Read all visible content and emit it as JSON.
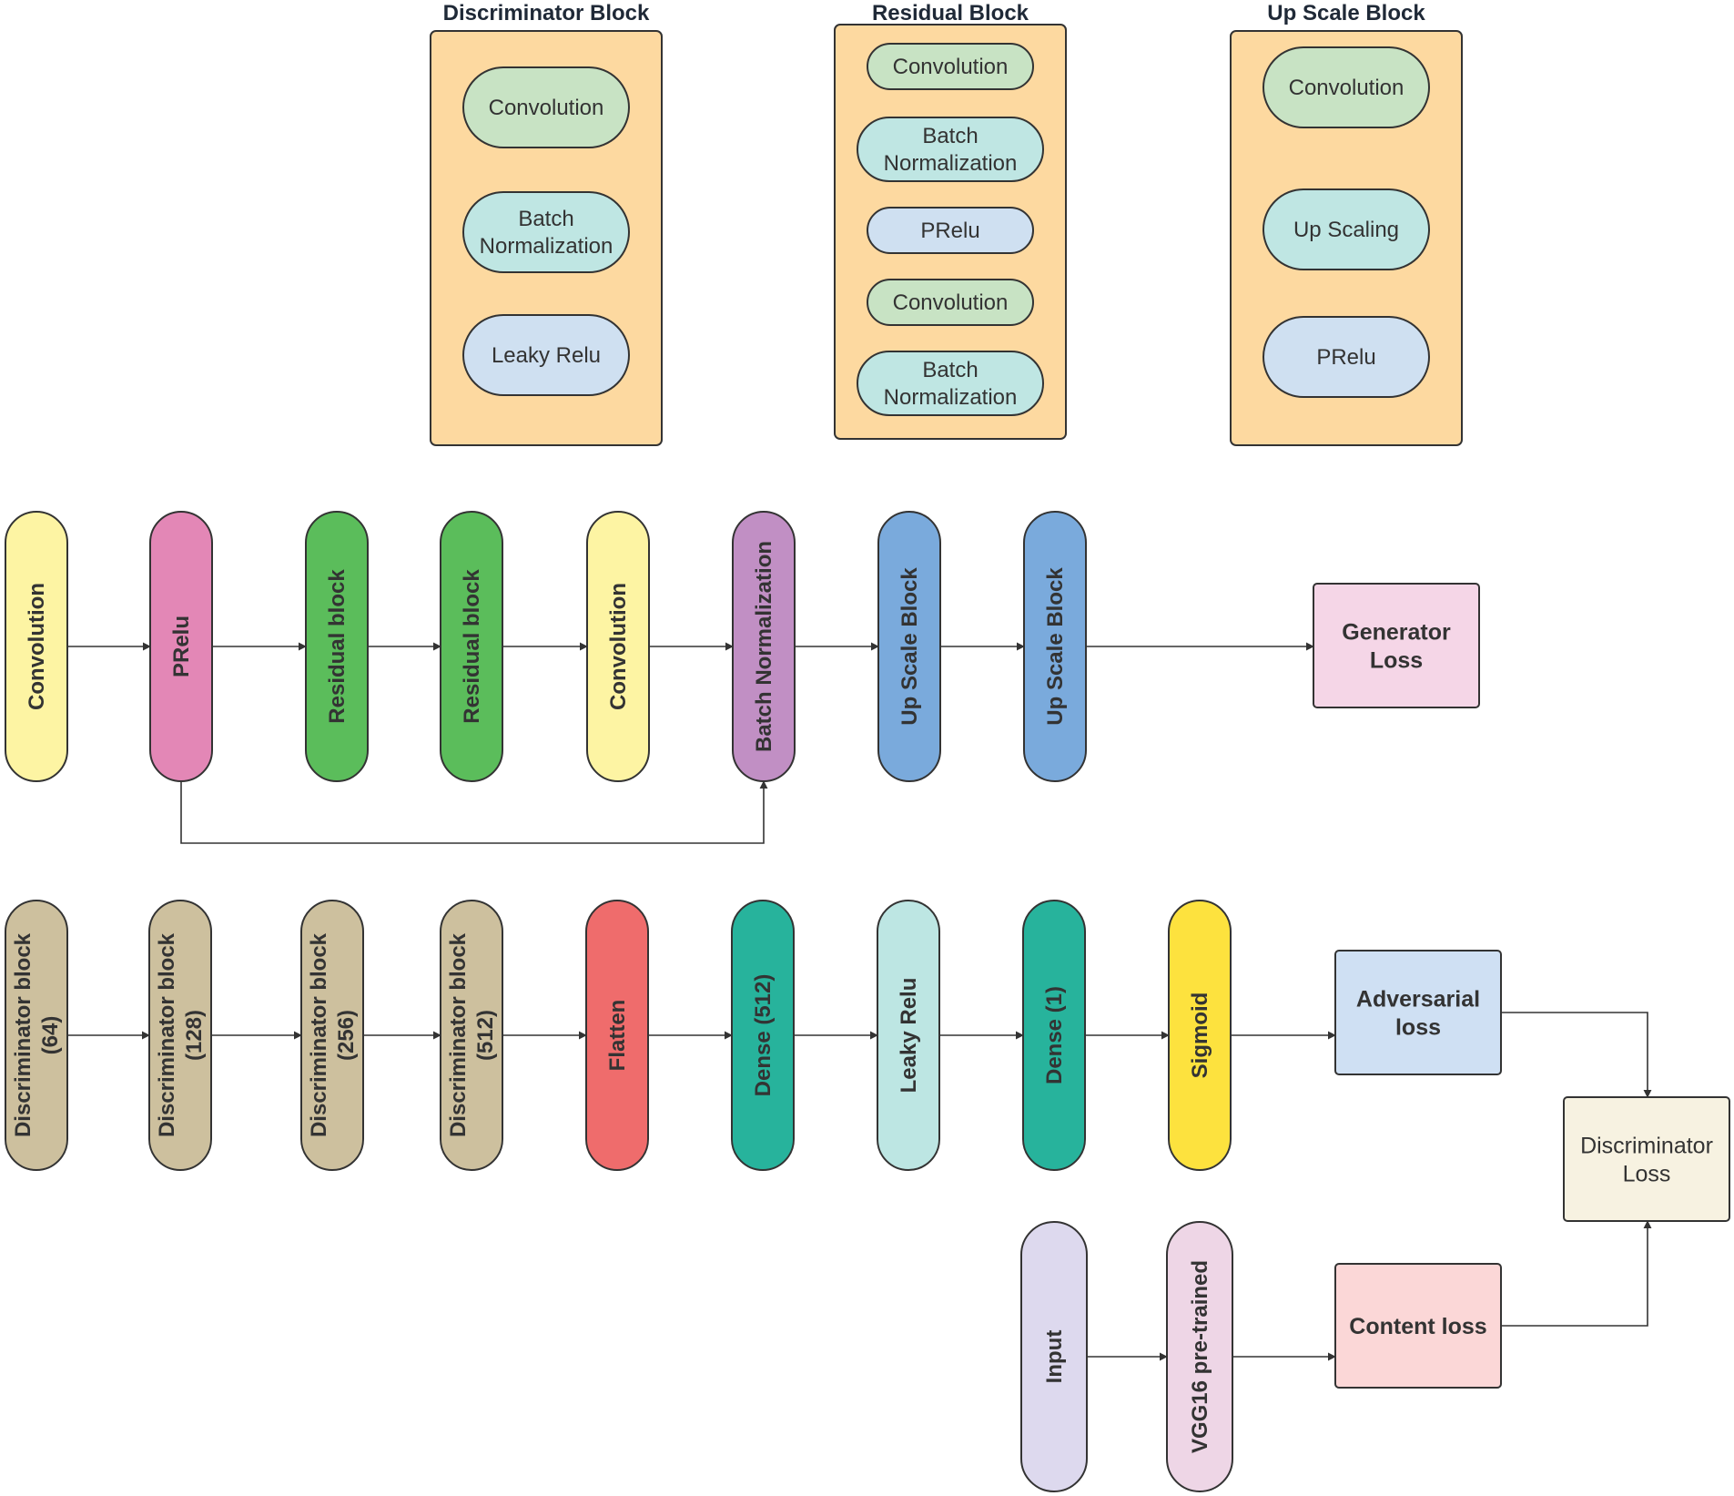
{
  "colors": {
    "panel_fill": "#fdd9a0",
    "conv_green": "#c8e3c4",
    "batch_teal": "#bfe6e3",
    "relu_blue": "#cfe0f1",
    "gen_conv_yellow": "#fdf4a3",
    "prelu_pink": "#e387b6",
    "residual_green": "#5bbd5b",
    "batchnorm_purple": "#c18fc4",
    "upscale_blue": "#7aaadc",
    "disc_block_tan": "#cdc09e",
    "flatten_red": "#ef6c6c",
    "dense_teal": "#27b39c",
    "leaky_light": "#bde6e3",
    "sigmoid_yellow": "#fde23e",
    "input_lavender": "#ddd9ee",
    "vgg_pink": "#eed6e6",
    "generator_loss_fill": "#f5d6e7",
    "adversarial_fill": "#cfe0f3",
    "content_fill": "#fbd7d7",
    "disc_loss_fill": "#f7f2e1"
  },
  "panels": [
    {
      "id": "discriminator",
      "title": "Discriminator Block",
      "nodes": [
        {
          "lines": [
            "Convolution"
          ],
          "color": "conv_green"
        },
        {
          "lines": [
            "Batch",
            "Normalization"
          ],
          "color": "batch_teal"
        },
        {
          "lines": [
            "Leaky Relu"
          ],
          "color": "relu_blue"
        }
      ]
    },
    {
      "id": "residual",
      "title": "Residual Block",
      "nodes": [
        {
          "lines": [
            "Convolution"
          ],
          "color": "conv_green"
        },
        {
          "lines": [
            "Batch",
            "Normalization"
          ],
          "color": "batch_teal"
        },
        {
          "lines": [
            "PRelu"
          ],
          "color": "relu_blue"
        },
        {
          "lines": [
            "Convolution"
          ],
          "color": "conv_green"
        },
        {
          "lines": [
            "Batch",
            "Normalization"
          ],
          "color": "batch_teal"
        }
      ]
    },
    {
      "id": "upscale",
      "title": "Up Scale Block",
      "nodes": [
        {
          "lines": [
            "Convolution"
          ],
          "color": "conv_green"
        },
        {
          "lines": [
            "Up Scaling"
          ],
          "color": "batch_teal"
        },
        {
          "lines": [
            "PRelu"
          ],
          "color": "relu_blue"
        }
      ]
    }
  ],
  "generator": {
    "pills": [
      {
        "lines": [
          "Convolution"
        ],
        "color": "gen_conv_yellow"
      },
      {
        "lines": [
          "PRelu"
        ],
        "color": "prelu_pink"
      },
      {
        "lines": [
          "Residual block"
        ],
        "color": "residual_green"
      },
      {
        "lines": [
          "Residual block"
        ],
        "color": "residual_green"
      },
      {
        "lines": [
          "Convolution"
        ],
        "color": "gen_conv_yellow"
      },
      {
        "lines": [
          "Batch Normalization"
        ],
        "color": "batchnorm_purple"
      },
      {
        "lines": [
          "Up Scale Block"
        ],
        "color": "upscale_blue"
      },
      {
        "lines": [
          "Up Scale Block"
        ],
        "color": "upscale_blue"
      }
    ],
    "loss": {
      "lines": [
        "Generator",
        "Loss"
      ],
      "color": "generator_loss_fill"
    }
  },
  "discriminator": {
    "pills": [
      {
        "lines": [
          "Discriminator block",
          "(64)"
        ],
        "color": "disc_block_tan"
      },
      {
        "lines": [
          "Discriminator block",
          "(128)"
        ],
        "color": "disc_block_tan"
      },
      {
        "lines": [
          "Discriminator block",
          "(256)"
        ],
        "color": "disc_block_tan"
      },
      {
        "lines": [
          "Discriminator block",
          "(512)"
        ],
        "color": "disc_block_tan"
      },
      {
        "lines": [
          "Flatten"
        ],
        "color": "flatten_red"
      },
      {
        "lines": [
          "Dense (512)"
        ],
        "color": "dense_teal"
      },
      {
        "lines": [
          "Leaky Relu"
        ],
        "color": "leaky_light"
      },
      {
        "lines": [
          "Dense (1)"
        ],
        "color": "dense_teal"
      },
      {
        "lines": [
          "Sigmoid"
        ],
        "color": "sigmoid_yellow"
      }
    ],
    "adversarial_loss": {
      "lines": [
        "Adversarial",
        "loss"
      ],
      "color": "adversarial_fill"
    }
  },
  "content_path": {
    "pills": [
      {
        "lines": [
          "Input"
        ],
        "color": "input_lavender"
      },
      {
        "lines": [
          "VGG16 pre-trained"
        ],
        "color": "vgg_pink"
      }
    ],
    "content_loss": {
      "lines": [
        "Content loss"
      ],
      "color": "content_fill"
    }
  },
  "discriminator_loss": {
    "lines": [
      "Discriminator",
      "Loss"
    ],
    "color": "disc_loss_fill"
  }
}
